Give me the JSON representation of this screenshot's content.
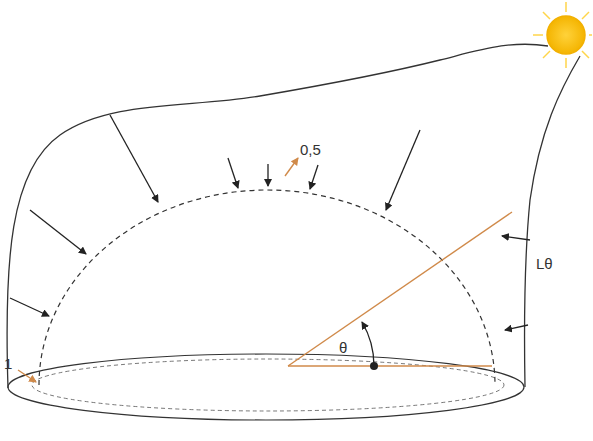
{
  "diagram": {
    "labels": [
      "0,5",
      "1",
      "Lθ",
      "θ"
    ]
  }
}
